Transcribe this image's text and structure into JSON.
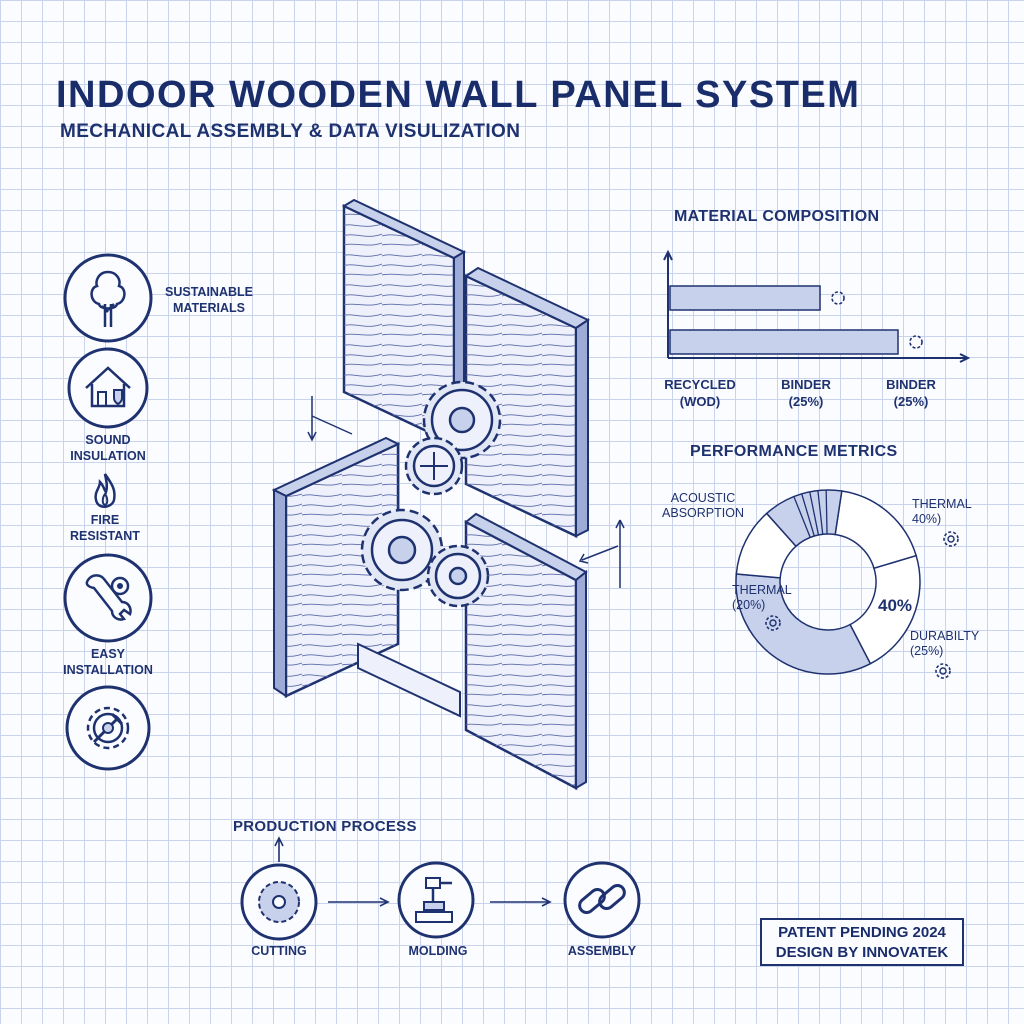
{
  "header": {
    "title": "INDOOR WOODEN WALL PANEL SYSTEM",
    "subtitle": "MECHANICAL ASSEMBLY & DATA VISULIZATION"
  },
  "features": [
    {
      "label": "SUSTAINABLE\nMATERIALS",
      "icon": "tree-icon"
    },
    {
      "label": "SOUND\nINSULATION",
      "icon": "house-icon"
    },
    {
      "label": "FIRE\nRESISTANT",
      "icon": "flame-icon"
    },
    {
      "label": "EASY\nINSTALLATION",
      "icon": "wrench-gear-icon"
    },
    {
      "label": "",
      "icon": "gear-hammer-icon"
    }
  ],
  "material": {
    "heading": "MATERIAL COMPOSITION",
    "labels": [
      "RECYCLED\n(WOD)",
      "BINDER\n(25%)",
      "BINDER\n(25%)"
    ]
  },
  "performance": {
    "heading": "PERFORMANCE METRICS",
    "labels": {
      "acoustic": "ACOUSTIC\nABSORPTION",
      "thermal_right": "THERMAL\n40%)",
      "thermal_left": "THERMAL\n(20%)",
      "center_value": "40%",
      "durability": "DURABILTY\n(25%)"
    }
  },
  "process": {
    "heading": "PRODUCTION PROCESS",
    "steps": [
      {
        "label": "CUTTING",
        "icon": "saw-blade-icon"
      },
      {
        "label": "MOLDING",
        "icon": "press-icon"
      },
      {
        "label": "ASSEMBLY",
        "icon": "chain-link-icon"
      }
    ]
  },
  "stamp": {
    "line1": "PATENT PENDING 2024",
    "line2": "DESIGN BY INNOVATEK"
  },
  "chart_data": [
    {
      "type": "bar",
      "title": "MATERIAL COMPOSITION",
      "orientation": "horizontal",
      "values": [
        50,
        76
      ]
    },
    {
      "type": "pie",
      "title": "PERFORMANCE METRICS",
      "donut": true,
      "slices": [
        {
          "label": "THERMAL 40%)",
          "value": 18
        },
        {
          "label": "DURABILTY (25%)",
          "value": 22
        },
        {
          "label": "",
          "value": 34
        },
        {
          "label": "ACOUSTIC ABSORPTION",
          "value": 12
        },
        {
          "label": "",
          "value": 14
        }
      ]
    }
  ],
  "colors": {
    "ink": "#1f3270",
    "fill": "#c8d1ec",
    "grid": "#c9d3ec"
  }
}
